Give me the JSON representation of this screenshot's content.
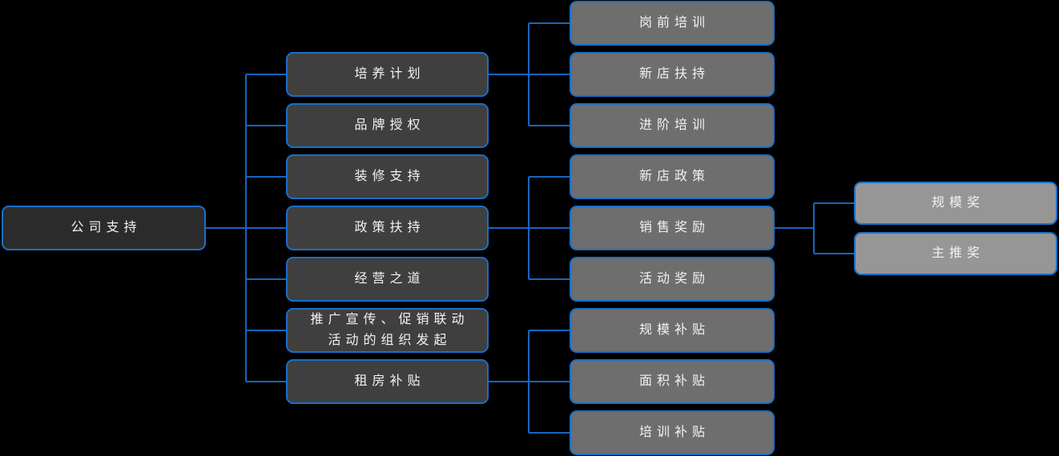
{
  "colors": {
    "background": "#000000",
    "connector": "#1565c0",
    "node_border": "#1a6fc9",
    "root_fill": "#2b2b2b",
    "level2_fill": "#3f3f3f",
    "level3_fill": "#6e6e6e",
    "level4_fill": "#969696",
    "text_color": "#f2f2f2"
  },
  "tree": {
    "root": {
      "label": "公司支持",
      "children": [
        {
          "label": "培养计划",
          "children": [
            {
              "label": "岗前培训"
            },
            {
              "label": "新店扶持"
            },
            {
              "label": "进阶培训"
            }
          ]
        },
        {
          "label": "品牌授权"
        },
        {
          "label": "装修支持"
        },
        {
          "label": "政策扶持",
          "children": [
            {
              "label": "新店政策"
            },
            {
              "label": "销售奖励",
              "children": [
                {
                  "label": "规模奖"
                },
                {
                  "label": "主推奖"
                }
              ]
            },
            {
              "label": "活动奖励"
            }
          ]
        },
        {
          "label": "经营之道"
        },
        {
          "label": "推广宣传、促销联动\n活动的组织发起"
        },
        {
          "label": "租房补贴",
          "children": [
            {
              "label": "规模补贴"
            },
            {
              "label": "面积补贴"
            },
            {
              "label": "培训补贴"
            }
          ]
        }
      ]
    }
  }
}
